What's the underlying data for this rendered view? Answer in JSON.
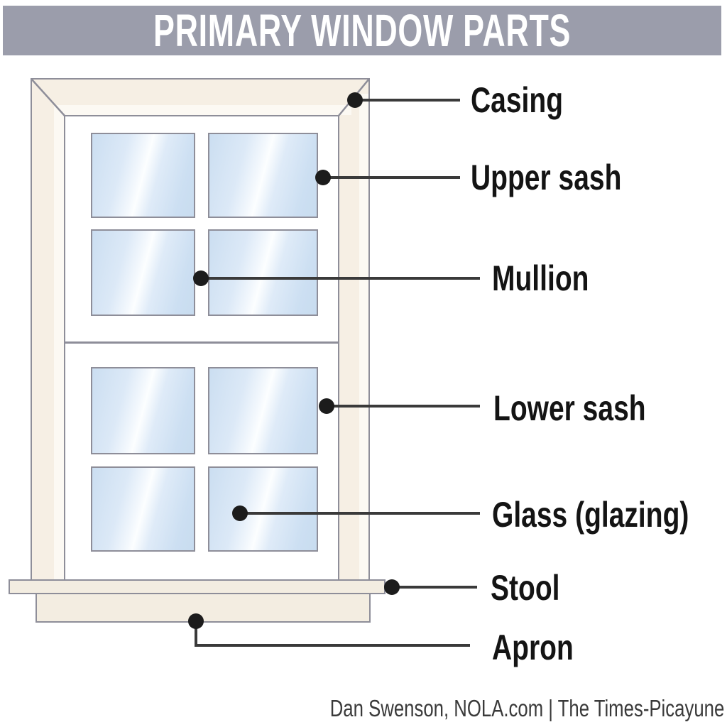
{
  "title": "PRIMARY WINDOW PARTS",
  "parts": [
    {
      "name": "Casing"
    },
    {
      "name": "Upper sash"
    },
    {
      "name": "Mullion"
    },
    {
      "name": "Lower sash"
    },
    {
      "name": "Glass (glazing)"
    },
    {
      "name": "Stool"
    },
    {
      "name": "Apron"
    }
  ],
  "credit": "Dan Swenson, NOLA.com | The Times-Picayune",
  "colors": {
    "header_bar": "#9b9dab",
    "title_text": "#ffffff",
    "casing_fill": "#f6efe4",
    "sill_fill": "#f3ede1",
    "outline": "#8e8e99",
    "glass_fill": "#cbdef1",
    "leader_line": "#3a3a3a",
    "leader_dot": "#1c1c1c",
    "label_text": "#141414"
  }
}
